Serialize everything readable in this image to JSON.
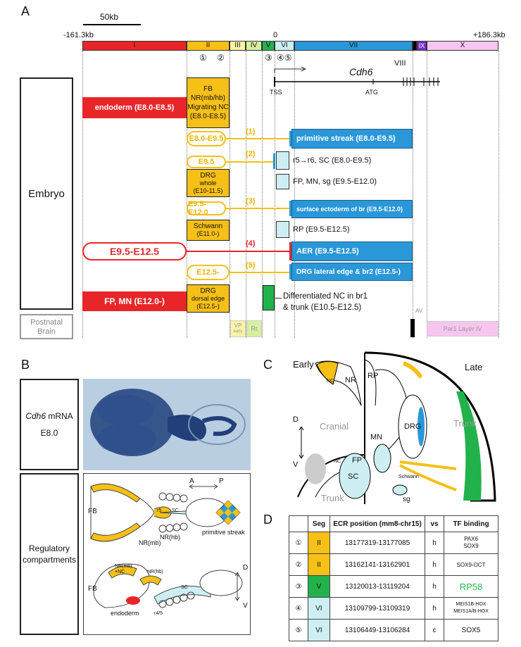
{
  "colors": {
    "red": "#e8262a",
    "yellow": "#f7c017",
    "blue": "#2a97d8",
    "lightblue": "#cdeff4",
    "green": "#22b24c",
    "purple": "#7a2fc8",
    "pink": "#f7c6f0"
  },
  "panel_a": {
    "letter": "A",
    "scale": "50kb",
    "left_coord": "-161.3kb",
    "zero": "0",
    "right_coord": "+186.3kb",
    "segments": [
      "I",
      "II",
      "III",
      "IV",
      "V",
      "VI",
      "VII",
      "VIII",
      "IX",
      "X"
    ],
    "circles": [
      "①",
      "②",
      "③",
      "④⑤"
    ],
    "gene": "Cdh6",
    "tss": "TSS",
    "atg": "ATG",
    "embryo_label": "Embryo",
    "postnatal_label": "Postnatal Brain",
    "endoderm": "endoderm (E8.0-E8.5)",
    "fb_box": [
      "FB",
      "NR(mb/hb)",
      "Migrating NC",
      "(E8.0-E8.5)"
    ],
    "pills": [
      "E8.0-E9.5",
      "E9.5",
      "E9.5-E12.0",
      "E9.5-E12.5",
      "E12.5-"
    ],
    "nums": [
      "(1)",
      "(2)",
      "(3)",
      "(4)",
      "(5)"
    ],
    "blue1": "primitive streak (E8.0-E9.5)",
    "r5": "r5→r6, SC (E8.0-E9.5)",
    "drg_whole": [
      "DRG",
      "whole",
      "(E10-11.5)"
    ],
    "fp_mn_sg": "FP, MN, sg (E9.5-E12.0)",
    "blue3": "surface ectoderm of br (E9.5-E12.0)",
    "schwann": [
      "Schwann",
      "(E11.0-)"
    ],
    "rp": "RP (E9.5-E12.5)",
    "aer": "AER (E9.5-E12.5)",
    "drg_lateral": "DRG lateral edge & br2 (E12.5-)",
    "fp_mn": "FP, MN (E12.0-)",
    "drg_dorsal": [
      "DRG",
      "dorsal edge",
      "(E12.5-)"
    ],
    "diff_nc": [
      "Differentiated NC in br1",
      "& trunk (E10.5-E12.5)"
    ],
    "vp": [
      "VP",
      "early"
    ],
    "rt": "Rt",
    "av": "AV",
    "par1": "Par1 Layer IV"
  },
  "panel_b": {
    "letter": "B",
    "mrna_gene": "Cdh6",
    "mrna_suffix": " mRNA",
    "stage": "E8.0",
    "reg_label": [
      "Regulatory",
      "compartments"
    ],
    "labels": {
      "a": "A",
      "p": "P",
      "d": "D",
      "v": "V",
      "fb1": "FB",
      "fb2": "FB",
      "r5": "r5",
      "sc1": "SC",
      "nrmb": "NR(mb)",
      "nrhb": "NR(hb)",
      "ps": "primitive streak",
      "nrmbnc": "NR(mb)\n+NC",
      "nrhb2": "NR(hb)",
      "sc2": "SC",
      "endoderm": "endoderm",
      "r45": "r4/5"
    }
  },
  "panel_c": {
    "letter": "C",
    "early": "Early",
    "late": "Late",
    "nc": "NC",
    "nr": "NR",
    "rp": "RP",
    "drg": "DRG",
    "cranial": "Cranial",
    "trunk": "Trunk",
    "trunk2": "Trunk",
    "mn": "MN",
    "fp": "FP",
    "nc2": "NC",
    "sc": "SC",
    "schwann": "Schwann",
    "sg": "sg",
    "d": "D",
    "v": "V"
  },
  "panel_d": {
    "letter": "D",
    "headers": [
      "",
      "Seg",
      "ECR position (mm8-chr15)",
      "vs",
      "TF binding"
    ],
    "rows": [
      {
        "n": "①",
        "seg": "II",
        "pos": "13177319-13177085",
        "vs": "h",
        "tf": "PAX6\nSOX9"
      },
      {
        "n": "②",
        "seg": "II",
        "pos": "13162141-13162901",
        "vs": "h",
        "tf": "SOX9-OCT"
      },
      {
        "n": "③",
        "seg": "V",
        "pos": "13120013-13119204",
        "vs": "h",
        "tf": "RP58"
      },
      {
        "n": "④",
        "seg": "VI",
        "pos": "13109799-13109319",
        "vs": "h",
        "tf": "MEIS1B-HOX\nMEIS1A/B-HOX"
      },
      {
        "n": "⑤",
        "seg": "VI",
        "pos": "13106449-13106284",
        "vs": "c",
        "tf": "SOX5"
      }
    ]
  }
}
